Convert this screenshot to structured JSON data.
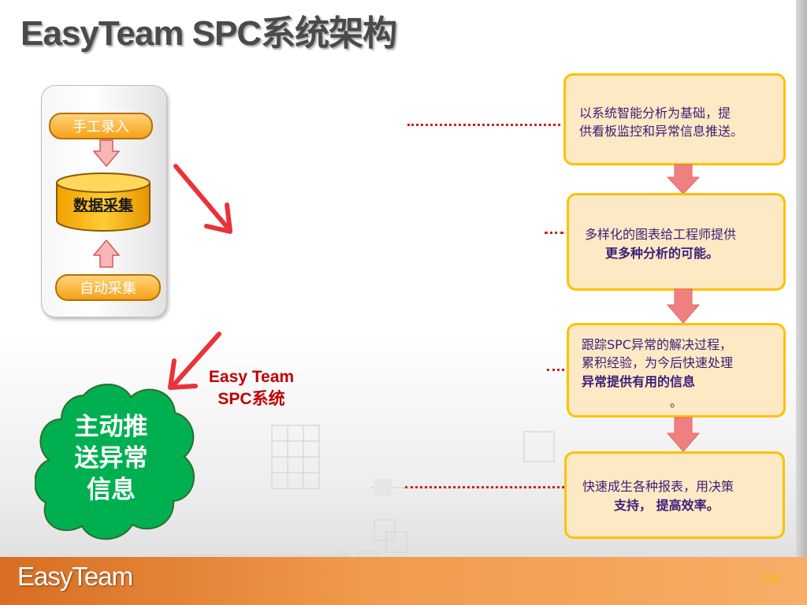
{
  "title": "EasyTeam SPC系统架构",
  "left_panel": {
    "manual_input": "手工录入",
    "data_collection": "数据采集",
    "auto_collection": "自动采集"
  },
  "center_label": {
    "line1": "Easy Team",
    "line2": "SPC系统"
  },
  "cloud": {
    "line1": "主动推",
    "line2": "送异常",
    "line3": "信息"
  },
  "steps": [
    {
      "line1": "以系统智能分析为基础，提",
      "line2": "供看板监控和异常信息推送。"
    },
    {
      "line1": "多样化的图表给工程师提供",
      "line2": "更多种分析的可能。"
    },
    {
      "line1": "跟踪SPC异常的解决过程，",
      "line2": "累积经验，为今后快速处理",
      "line3": "异常提供有用的信息",
      "line4": "。"
    },
    {
      "line1": "快速成生各种报表，用决策",
      "line2": "支持， 提高效率。"
    }
  ],
  "footer": {
    "logo": "EasyTeam",
    "page_number": "26"
  },
  "colors": {
    "orange_pill": "#f5a219",
    "step_box_fill": "#fde9c4",
    "step_box_border": "#ffc000",
    "red_arrow": "#e8333a",
    "pink_arrow": "#f08080",
    "cloud_green": "#00b050",
    "center_label": "#c00000",
    "footer_orange": "#f09a4c"
  }
}
